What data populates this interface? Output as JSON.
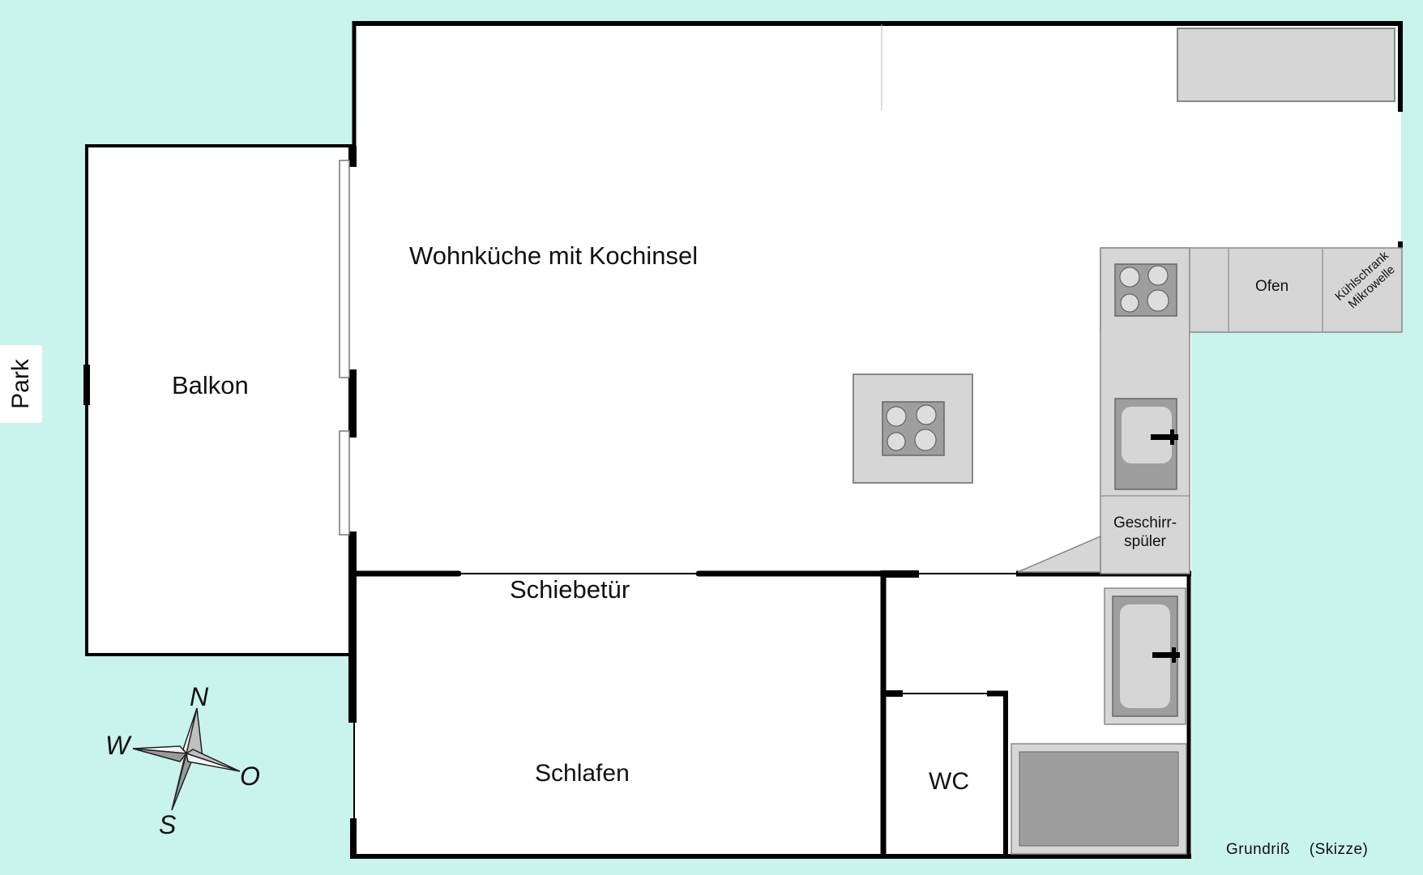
{
  "labels": {
    "park": "Park",
    "balkon": "Balkon",
    "wohnkueche": "Wohnküche mit Kochinsel",
    "schiebetuer": "Schiebetür",
    "schlafen": "Schlafen",
    "wc": "WC",
    "ofen": "Ofen",
    "kuehlschrank": "Kühlschrank",
    "mikrowelle": "Mikrowelle",
    "geschirr_line1": "Geschirr-",
    "geschirr_line2": "spüler"
  },
  "compass": {
    "n": "N",
    "s": "S",
    "w": "W",
    "o": "O"
  },
  "title": {
    "main": "Grundriß",
    "sub": "(Skizze)"
  },
  "colors": {
    "background": "#c9f4ec",
    "floor": "#ffffff",
    "wall": "#000000",
    "counter": "#d6d6d6",
    "appliance": "#9e9e9e"
  }
}
